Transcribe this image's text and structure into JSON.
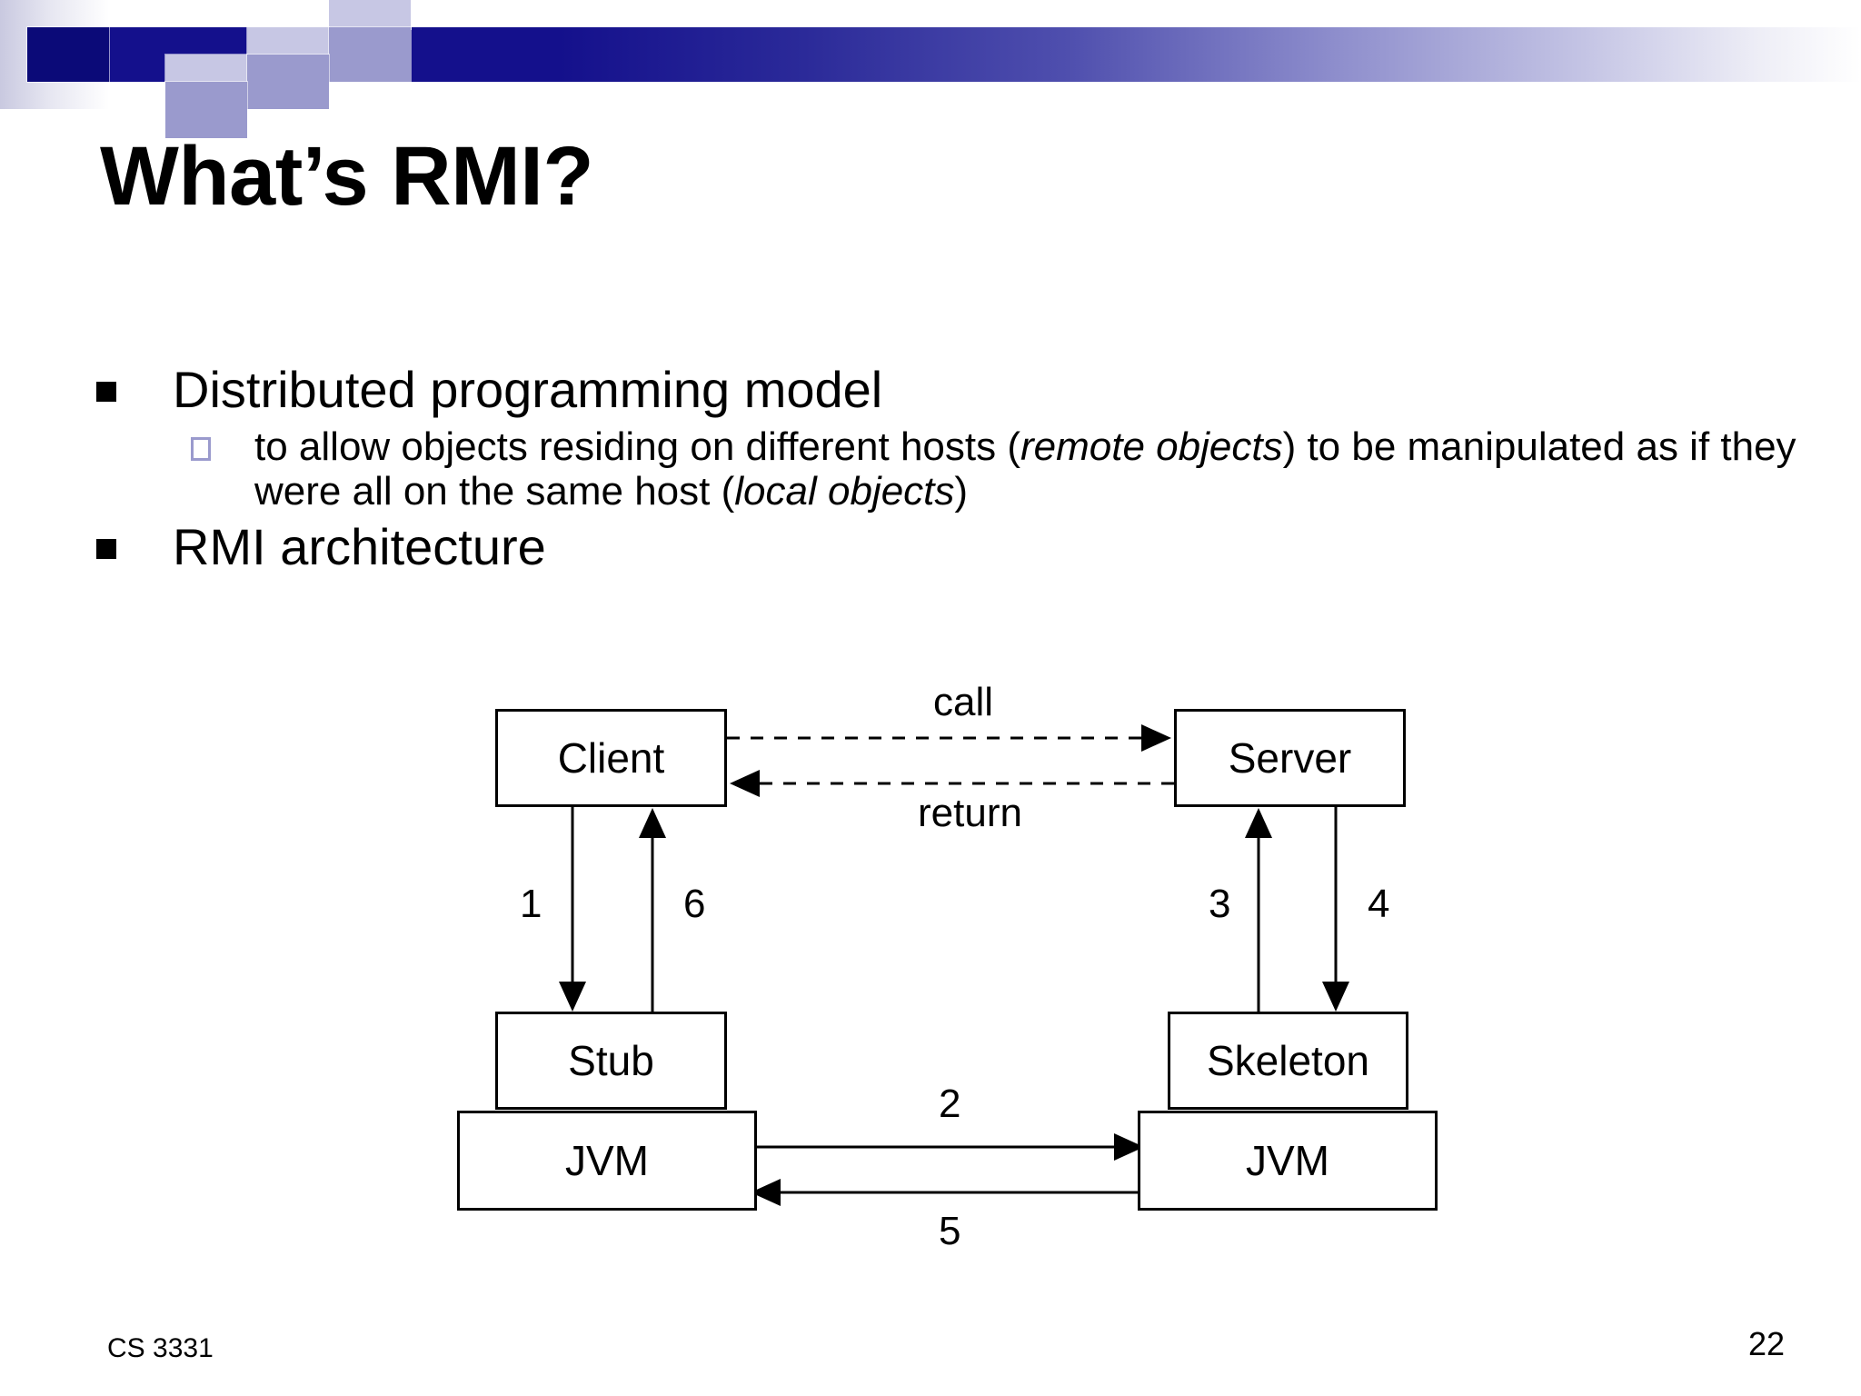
{
  "slide": {
    "title": "What’s RMI?",
    "bullets": [
      {
        "level": 1,
        "text": "Distributed programming model"
      },
      {
        "level": 2,
        "segments": [
          {
            "text": "to allow objects residing on different hosts (",
            "italic": false
          },
          {
            "text": "remote objects",
            "italic": true
          },
          {
            "text": ") to be manipulated as if they were all on the same host (",
            "italic": false
          },
          {
            "text": "local objects",
            "italic": true
          },
          {
            "text": ")",
            "italic": false
          }
        ],
        "line1": "to allow objects residing on different hosts (remote objects) to be",
        "line2": "manipulated as if they were all on the same host (local objects)"
      },
      {
        "level": 1,
        "text": "RMI architecture"
      }
    ],
    "footer": {
      "course": "CS 3331",
      "page_number": "22"
    },
    "colors": {
      "band_dark_blue": "#14108c",
      "square_dark": "#0b0a78",
      "square_mid": "#9a9acd",
      "square_light": "#c7c7e4",
      "sub_bullet_outline": "#9a9acd",
      "text": "#000000",
      "background": "#ffffff"
    }
  },
  "diagram": {
    "title": "RMI architecture",
    "boxes": {
      "client": "Client",
      "server": "Server",
      "stub": "Stub",
      "skeleton": "Skeleton",
      "jvm_left": "JVM",
      "jvm_right": "JVM"
    },
    "edge_labels": {
      "call": "call",
      "return": "return"
    },
    "step_numbers": {
      "one": "1",
      "two": "2",
      "three": "3",
      "four": "4",
      "five": "5",
      "six": "6"
    }
  }
}
